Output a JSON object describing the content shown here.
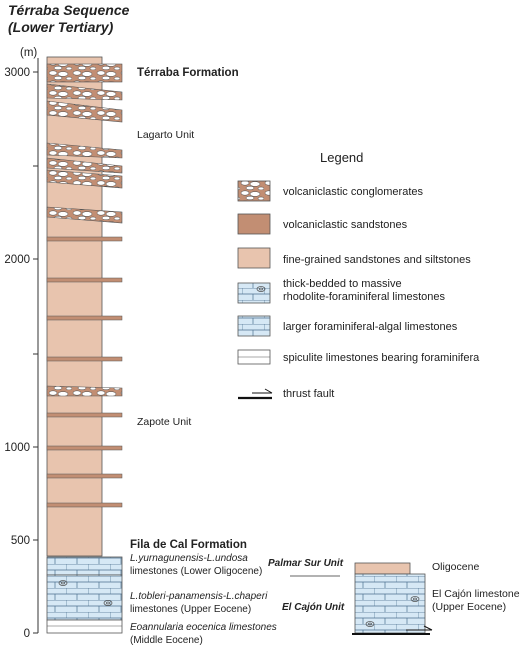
{
  "header": {
    "title_line1": "Térraba Sequence",
    "title_line2": "(Lower Tertiary)"
  },
  "axis": {
    "unit": "(m)",
    "ticks": [
      "3000",
      "2000",
      "1000",
      "500",
      "0"
    ]
  },
  "column_labels": {
    "terraba_formation": "Térraba Formation",
    "lagarto_unit": "Lagarto Unit",
    "zapote_unit": "Zapote Unit",
    "fila_de_cal": "Fila de Cal Formation",
    "palmar_sur": "Palmar Sur Unit",
    "el_cajon": "El Cajón Unit",
    "yurnagunensis_1": "L.yurnagunensis-L.undosa",
    "yurnagunensis_2": "limestones (Lower Oligocene)",
    "tobleri_1": "L.tobleri-panamensis-L.chaperi",
    "tobleri_2": "limestones (Upper Eocene)",
    "eoannularia_1": "Eoannularia eocenica limestones",
    "eoannularia_2": "(Middle Eocene)"
  },
  "side_column": {
    "oligocene": "Oligocene",
    "el_cajon_1": "El Cajón limestone",
    "el_cajon_2": "(Upper Eocene)"
  },
  "legend": {
    "title": "Legend",
    "items": [
      {
        "id": "conglomerates",
        "label": "volcaniclastic conglomerates"
      },
      {
        "id": "sandstones",
        "label": "volcaniclastic sandstones"
      },
      {
        "id": "fine",
        "label": "fine-grained sandstones and siltstones"
      },
      {
        "id": "rhodolite",
        "label_1": "thick-bedded to massive",
        "label_2": "rhodolite-foraminiferal limestones"
      },
      {
        "id": "algal",
        "label": "larger foraminiferal-algal limestones"
      },
      {
        "id": "spiculite",
        "label": "spiculite limestones bearing foraminifera"
      },
      {
        "id": "thrust",
        "label": "thrust fault"
      }
    ]
  },
  "colors": {
    "fine_sand": "#e8c4ae",
    "volc_sand": "#c28e73",
    "limestone": "#d6e8f5",
    "line": "#333333"
  }
}
